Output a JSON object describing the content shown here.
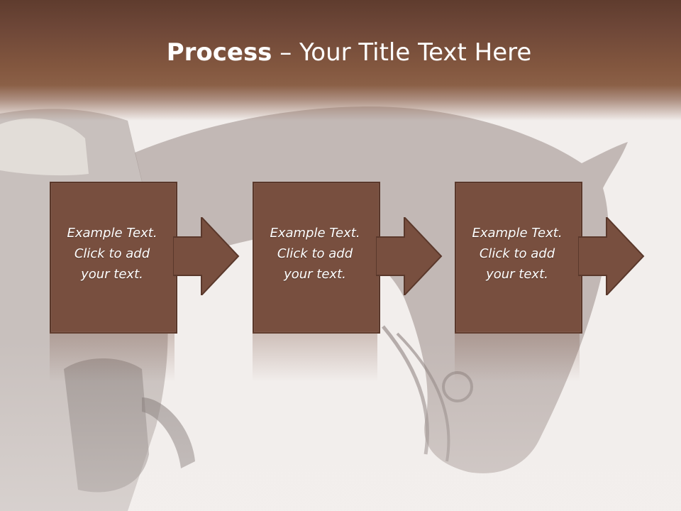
{
  "slide": {
    "title_bold": "Process",
    "title_rest": " – Your Title Text Here",
    "steps": [
      {
        "line1": "Example Text.",
        "line2": "Click  to add",
        "line3": "your text."
      },
      {
        "line1": "Example Text.",
        "line2": "Click  to add",
        "line3": "your text."
      },
      {
        "line1": "Example Text.",
        "line2": "Click  to add",
        "line3": "your text."
      }
    ]
  },
  "colors": {
    "header": "#6e4738",
    "box_fill": "#784f3f",
    "box_border": "#5a382b",
    "text": "#ffffff"
  },
  "icons": [
    "horse-photo-background",
    "arrow-right-icon"
  ]
}
